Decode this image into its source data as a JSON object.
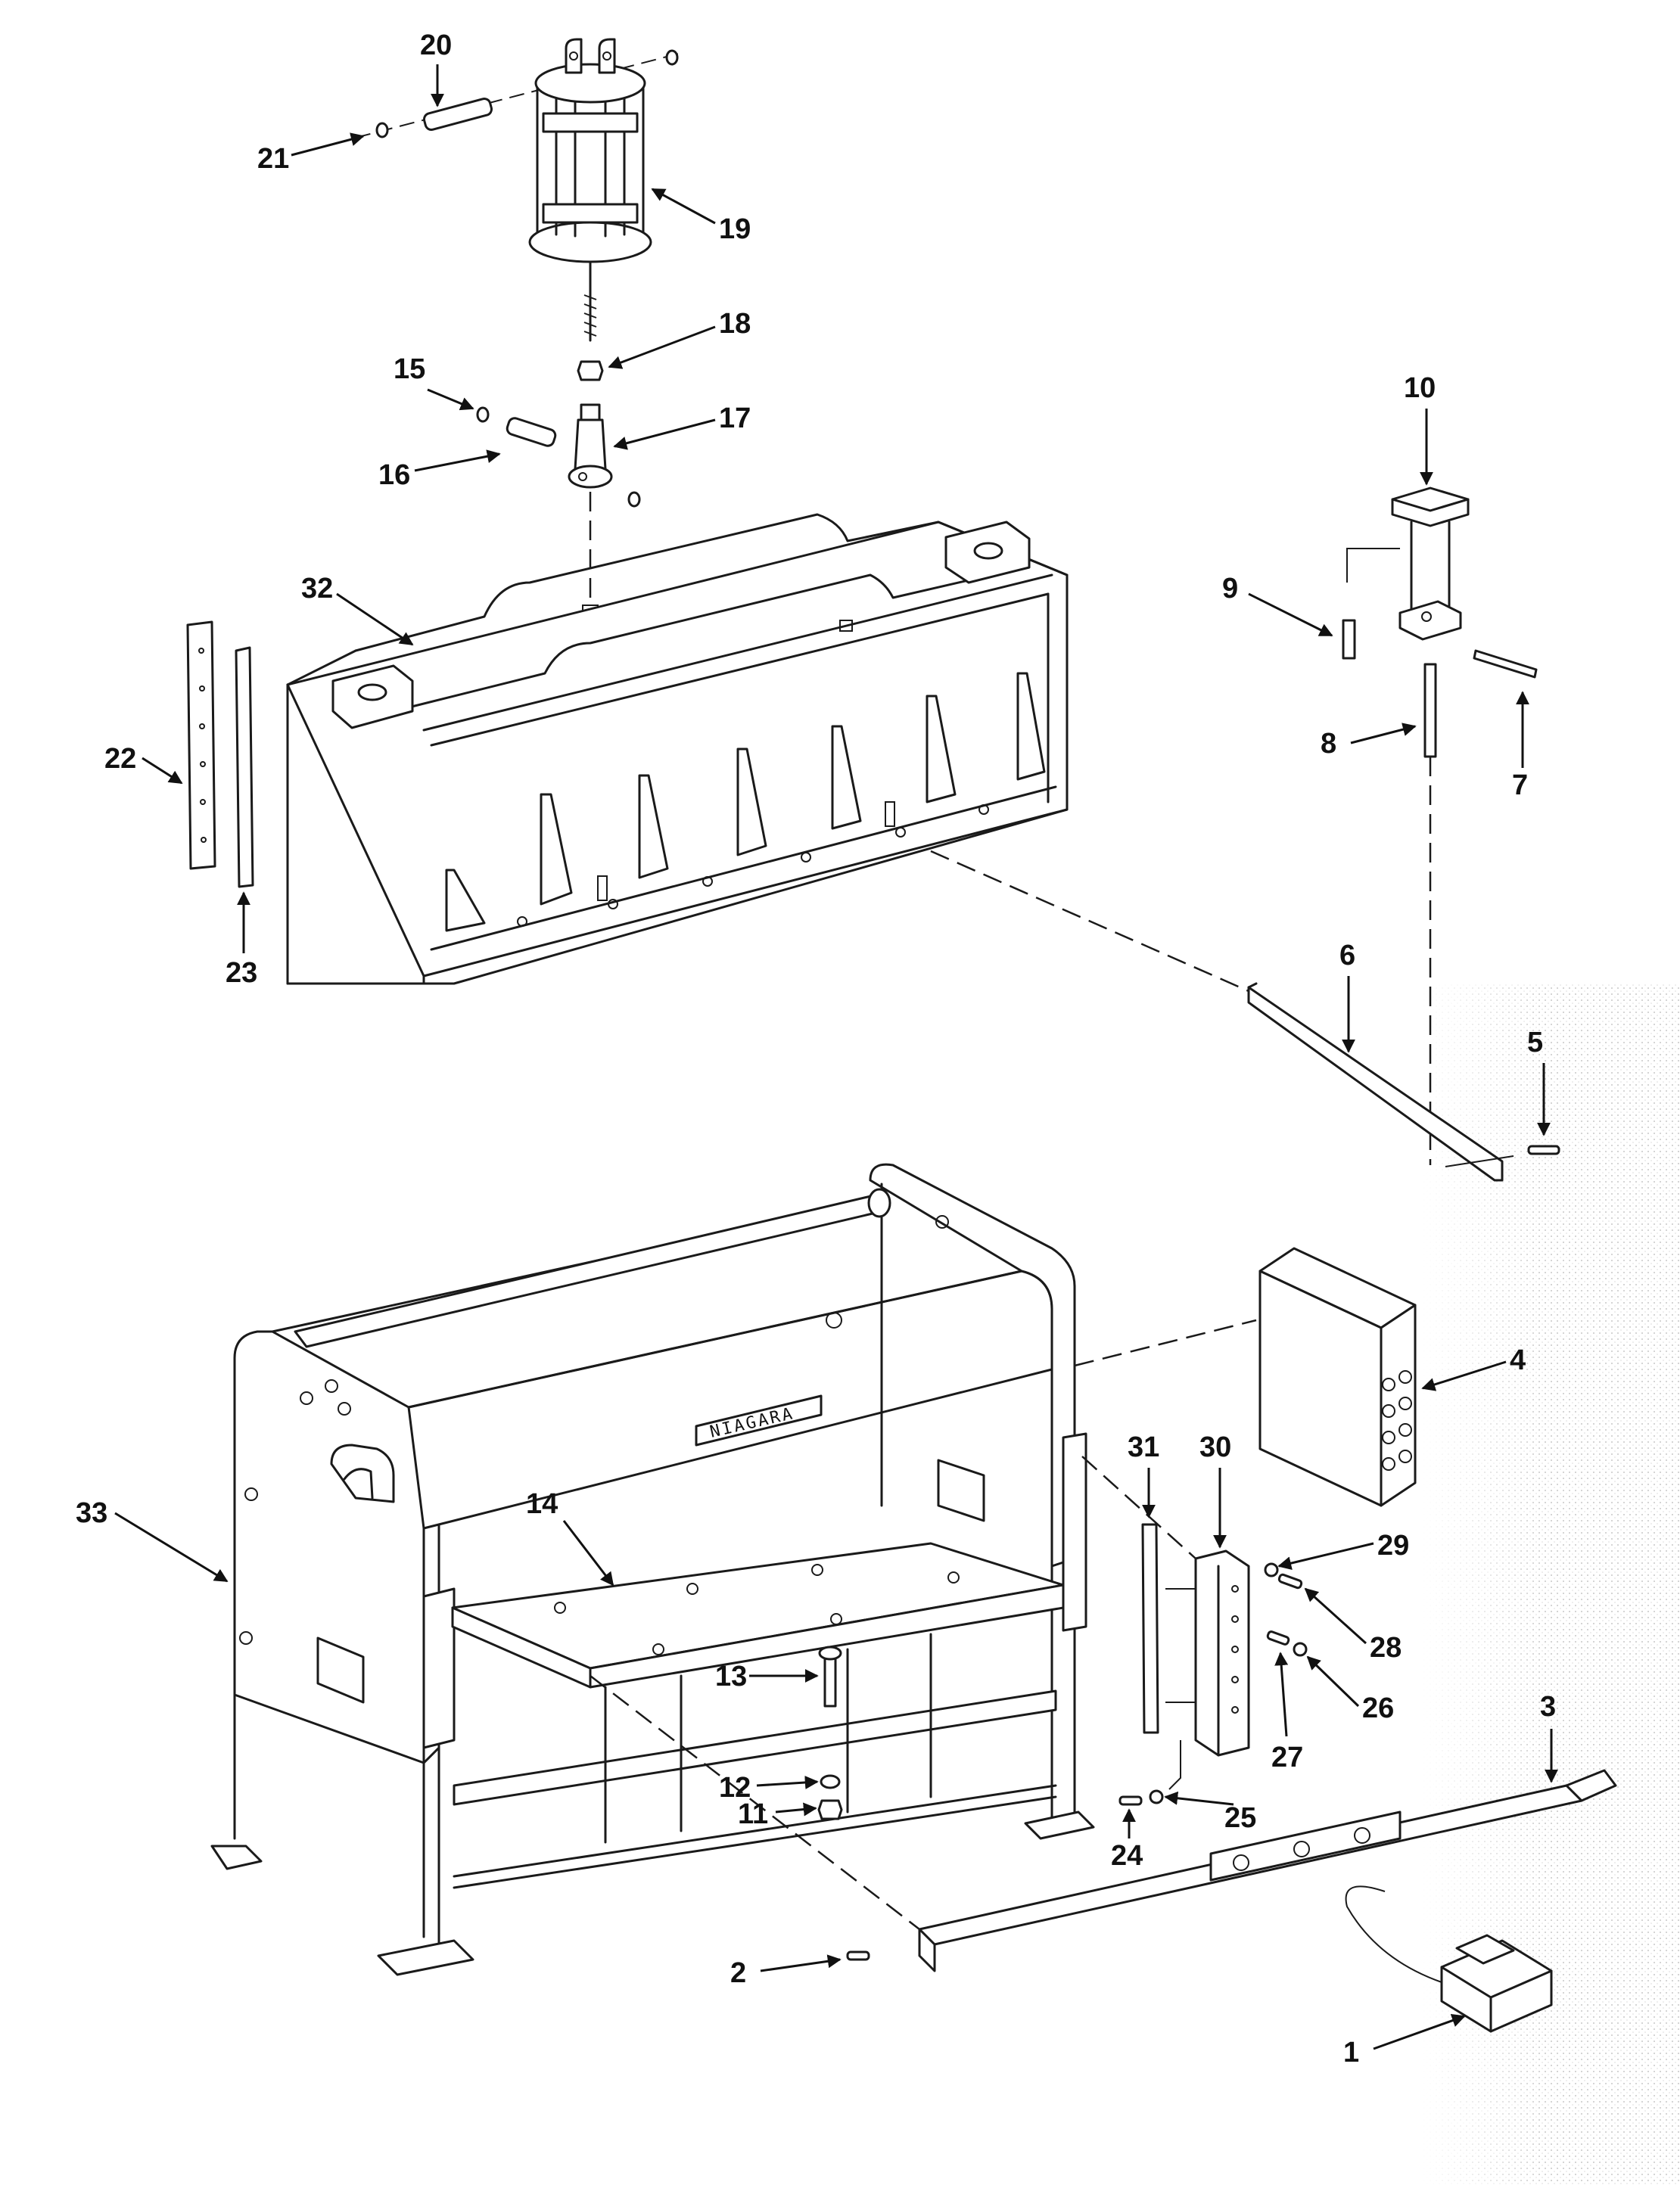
{
  "diagram": {
    "logo_text": "NIAGARA",
    "callouts": [
      {
        "id": "c1",
        "text": "1"
      },
      {
        "id": "c2",
        "text": "2"
      },
      {
        "id": "c3",
        "text": "3"
      },
      {
        "id": "c4",
        "text": "4"
      },
      {
        "id": "c5",
        "text": "5"
      },
      {
        "id": "c6",
        "text": "6"
      },
      {
        "id": "c7",
        "text": "7"
      },
      {
        "id": "c8",
        "text": "8"
      },
      {
        "id": "c9",
        "text": "9"
      },
      {
        "id": "c10",
        "text": "10"
      },
      {
        "id": "c11",
        "text": "11"
      },
      {
        "id": "c12",
        "text": "12"
      },
      {
        "id": "c13",
        "text": "13"
      },
      {
        "id": "c14",
        "text": "14"
      },
      {
        "id": "c15",
        "text": "15"
      },
      {
        "id": "c16",
        "text": "16"
      },
      {
        "id": "c17",
        "text": "17"
      },
      {
        "id": "c18",
        "text": "18"
      },
      {
        "id": "c19",
        "text": "19"
      },
      {
        "id": "c20",
        "text": "20"
      },
      {
        "id": "c21",
        "text": "21"
      },
      {
        "id": "c22",
        "text": "22"
      },
      {
        "id": "c23",
        "text": "23"
      },
      {
        "id": "c24",
        "text": "24"
      },
      {
        "id": "c25",
        "text": "25"
      },
      {
        "id": "c26",
        "text": "26"
      },
      {
        "id": "c27",
        "text": "27"
      },
      {
        "id": "c28",
        "text": "28"
      },
      {
        "id": "c29",
        "text": "29"
      },
      {
        "id": "c30",
        "text": "30"
      },
      {
        "id": "c31",
        "text": "31"
      },
      {
        "id": "c32",
        "text": "32"
      },
      {
        "id": "c33",
        "text": "33"
      }
    ]
  }
}
